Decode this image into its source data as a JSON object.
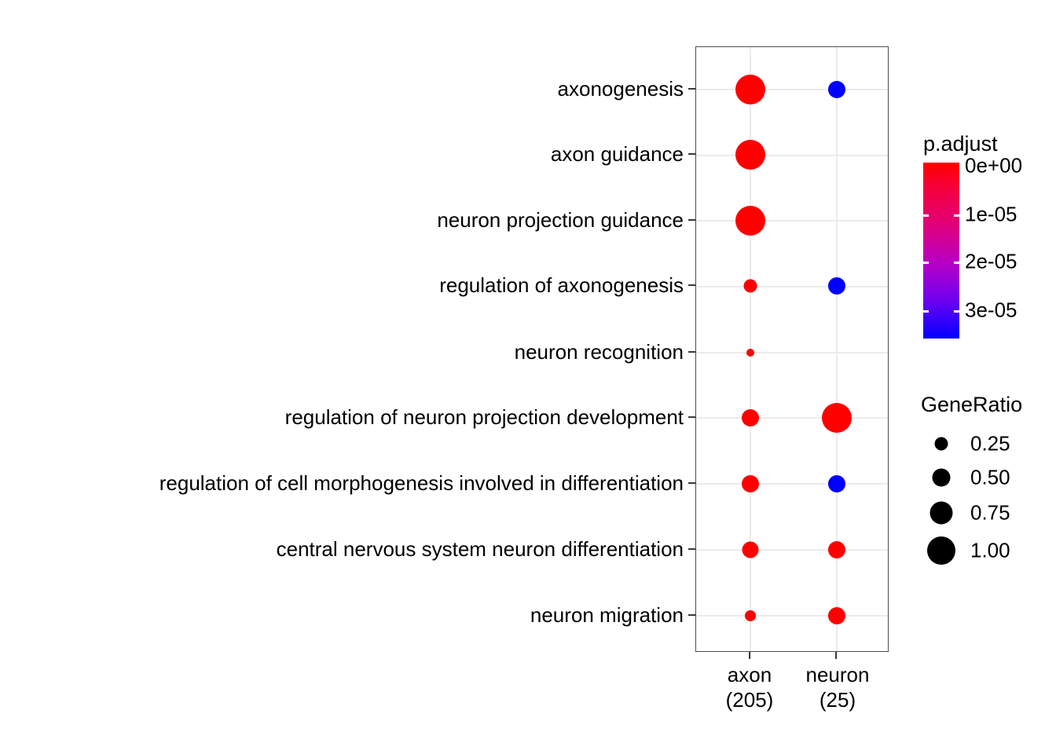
{
  "chart_data": {
    "type": "scatter",
    "plot_kind": "dot-plot",
    "title": "",
    "xlabel": "",
    "ylabel": "",
    "grid": true,
    "categories_x": [
      {
        "name": "axon",
        "count": "(205)",
        "label_line1": "axon",
        "label_line2": "(205)"
      },
      {
        "name": "neuron",
        "count": "(25)",
        "label_line1": "neuron",
        "label_line2": "(25)"
      }
    ],
    "categories_y": [
      "axonogenesis",
      "axon guidance",
      "neuron projection guidance",
      "regulation of axonogenesis",
      "neuron recognition",
      "regulation of neuron projection development",
      "regulation of cell morphogenesis involved in differentiation",
      "central nervous system neuron differentiation",
      "neuron migration"
    ],
    "points": [
      {
        "x": "axon",
        "y": "axonogenesis",
        "size": 1.0,
        "radius_px": 19,
        "color": "#ff0000",
        "p_adjust": 0.0
      },
      {
        "x": "neuron",
        "y": "axonogenesis",
        "size": 0.5,
        "radius_px": 11,
        "color": "#0000ff",
        "p_adjust": 3.6e-05
      },
      {
        "x": "axon",
        "y": "axon guidance",
        "size": 1.0,
        "radius_px": 19,
        "color": "#ff0000",
        "p_adjust": 0.0
      },
      {
        "x": "axon",
        "y": "neuron projection guidance",
        "size": 1.0,
        "radius_px": 19,
        "color": "#ff0000",
        "p_adjust": 0.0
      },
      {
        "x": "axon",
        "y": "regulation of axonogenesis",
        "size": 0.28,
        "radius_px": 8,
        "color": "#ff0000",
        "p_adjust": 0.0
      },
      {
        "x": "neuron",
        "y": "regulation of axonogenesis",
        "size": 0.5,
        "radius_px": 11,
        "color": "#0000ff",
        "p_adjust": 3.6e-05
      },
      {
        "x": "axon",
        "y": "neuron recognition",
        "size": 0.14,
        "radius_px": 5,
        "color": "#ff0000",
        "p_adjust": 0.0
      },
      {
        "x": "axon",
        "y": "regulation of neuron projection development",
        "size": 0.48,
        "radius_px": 11,
        "color": "#ff0000",
        "p_adjust": 0.0
      },
      {
        "x": "neuron",
        "y": "regulation of neuron projection development",
        "size": 1.0,
        "radius_px": 19,
        "color": "#ff0000",
        "p_adjust": 0.0
      },
      {
        "x": "axon",
        "y": "regulation of cell morphogenesis involved in differentiation",
        "size": 0.48,
        "radius_px": 11,
        "color": "#ff0000",
        "p_adjust": 0.0
      },
      {
        "x": "neuron",
        "y": "regulation of cell morphogenesis involved in differentiation",
        "size": 0.5,
        "radius_px": 11,
        "color": "#0000ff",
        "p_adjust": 3.6e-05
      },
      {
        "x": "axon",
        "y": "central nervous system neuron differentiation",
        "size": 0.45,
        "radius_px": 10,
        "color": "#ff0000",
        "p_adjust": 0.0
      },
      {
        "x": "neuron",
        "y": "central nervous system neuron differentiation",
        "size": 0.5,
        "radius_px": 11,
        "color": "#ff0000",
        "p_adjust": 0.0
      },
      {
        "x": "axon",
        "y": "neuron migration",
        "size": 0.22,
        "radius_px": 7,
        "color": "#ff0000",
        "p_adjust": 0.0
      },
      {
        "x": "neuron",
        "y": "neuron migration",
        "size": 0.5,
        "radius_px": 11,
        "color": "#ff0000",
        "p_adjust": 0.0
      }
    ],
    "color_legend": {
      "title": "p.adjust",
      "tick_labels": [
        "0e+00",
        "1e-05",
        "2e-05",
        "3e-05"
      ],
      "range": [
        0,
        3.6e-05
      ],
      "high_color": "#ff0000",
      "low_color": "#0000ff"
    },
    "size_legend": {
      "title": "GeneRatio",
      "labels": [
        "0.25",
        "0.50",
        "0.75",
        "1.00"
      ],
      "values": [
        0.25,
        0.5,
        0.75,
        1.0
      ]
    }
  },
  "panel": {
    "background": "#ffffff",
    "border_color": "#4d4d4d",
    "grid_color": "#ebebeb"
  }
}
